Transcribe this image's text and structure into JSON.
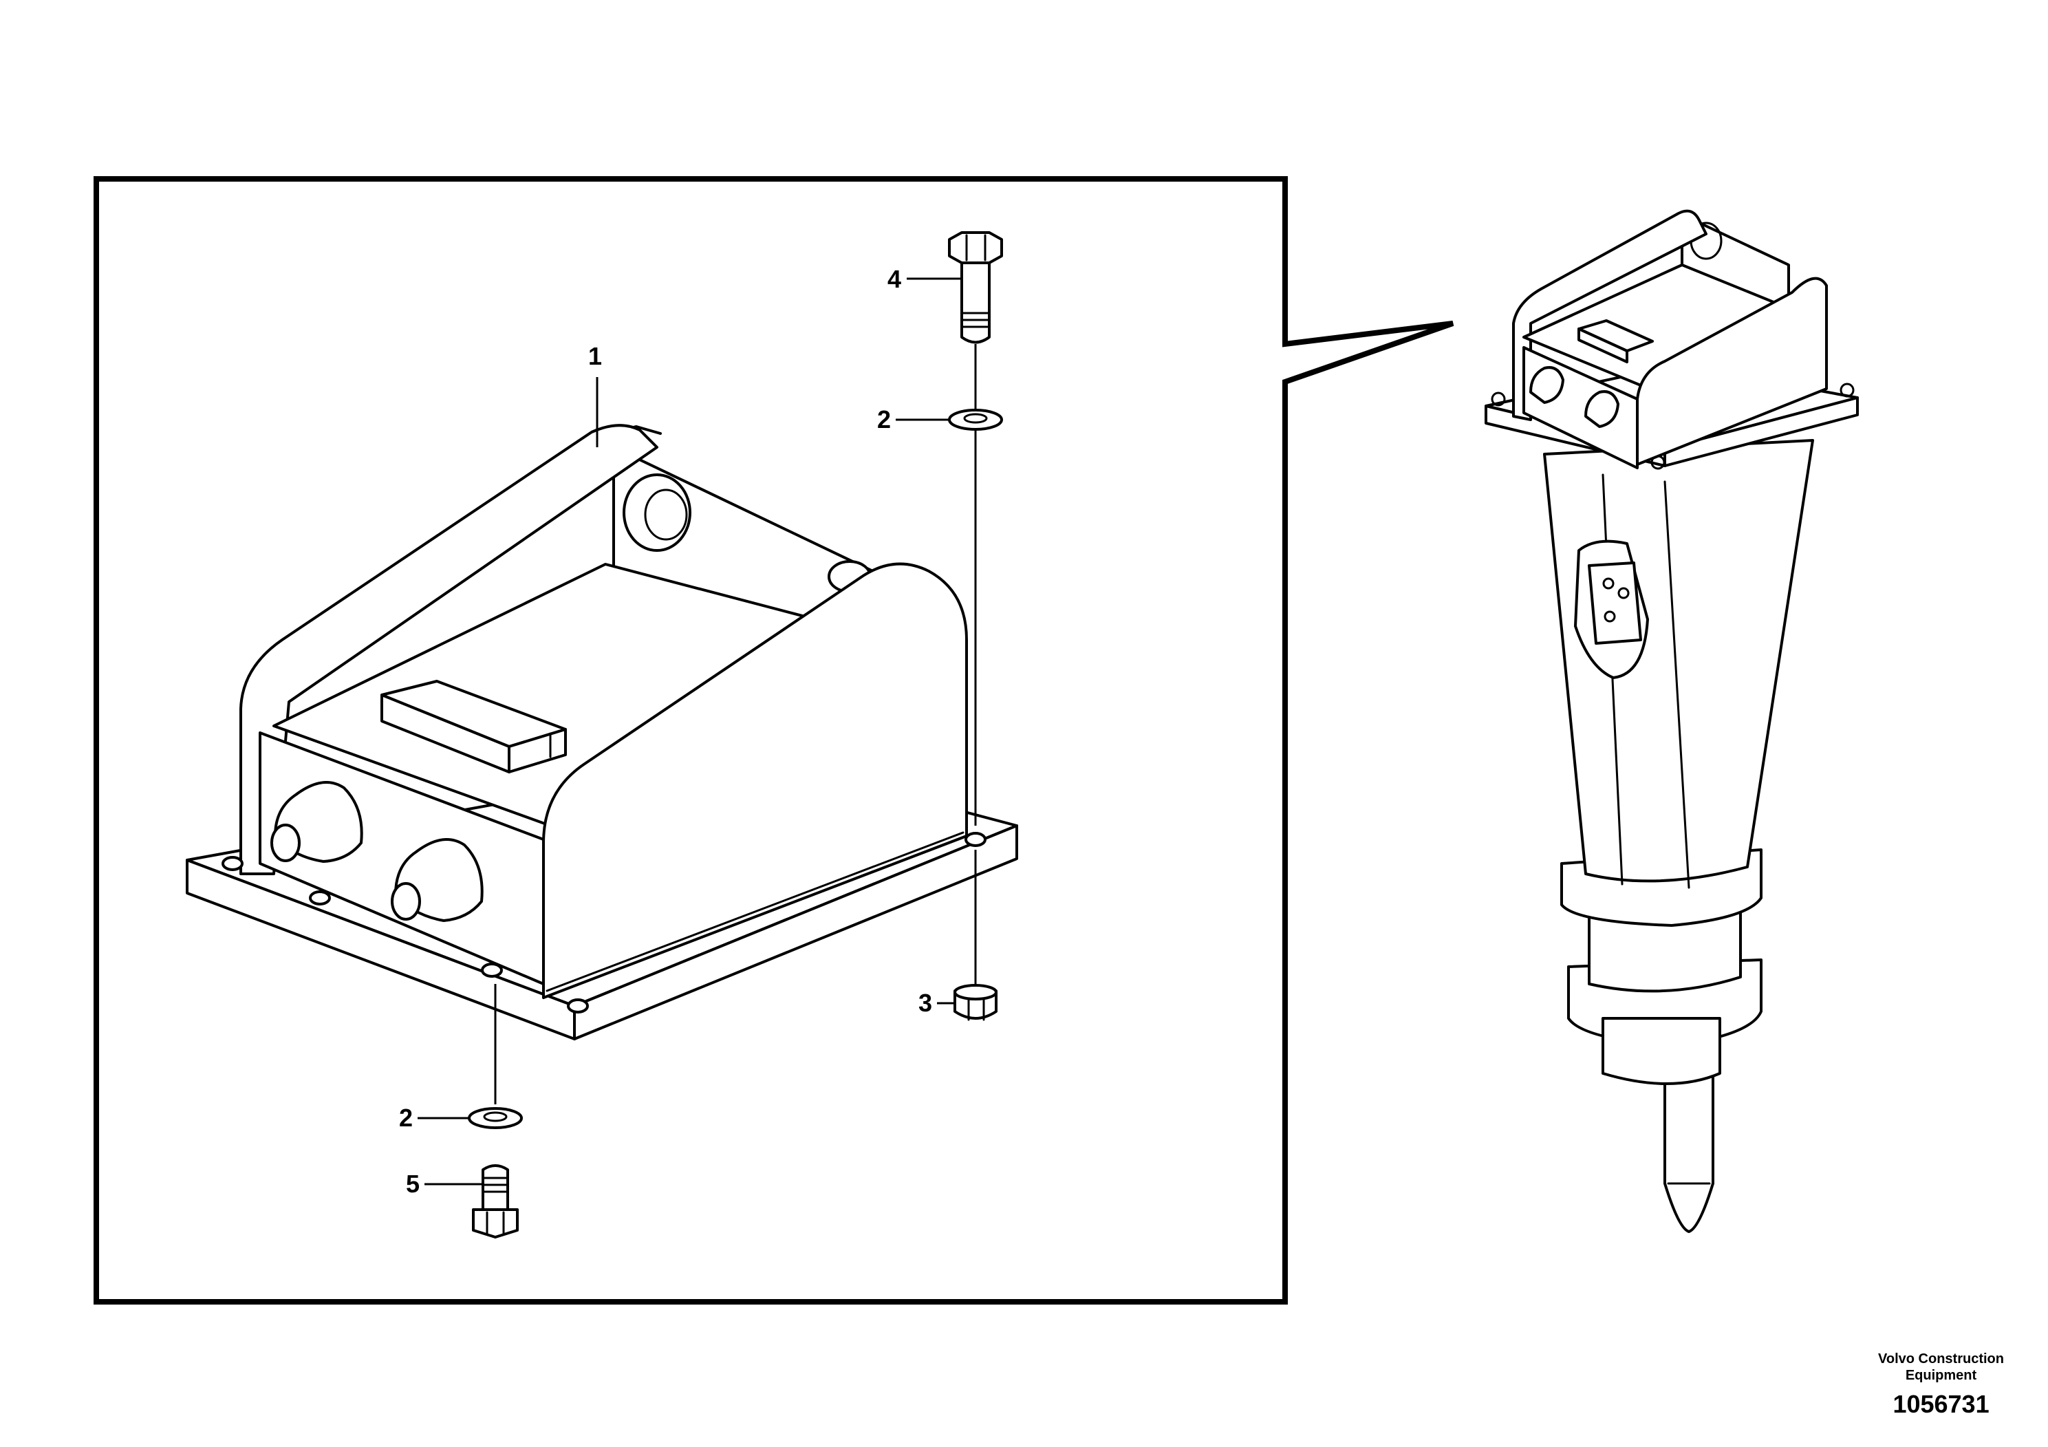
{
  "callouts": {
    "c1": "1",
    "c2a": "2",
    "c2b": "2",
    "c3": "3",
    "c4": "4",
    "c5": "5"
  },
  "credit": {
    "brand_line1": "Volvo Construction",
    "brand_line2": "Equipment",
    "document_number": "1056731"
  }
}
